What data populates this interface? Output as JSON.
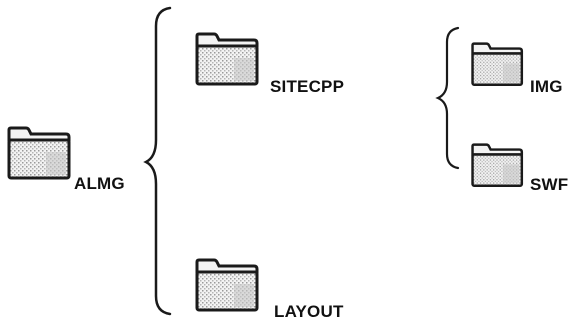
{
  "tree": {
    "root": {
      "label": "ALMG",
      "icon": "folder-icon"
    },
    "level1": [
      {
        "label": "SITECPP",
        "icon": "folder-icon"
      },
      {
        "label": "LAYOUT",
        "icon": "folder-icon"
      }
    ],
    "level2_sitecpp": [
      {
        "label": "IMG",
        "icon": "folder-icon"
      },
      {
        "label": "SWF",
        "icon": "folder-icon"
      }
    ]
  },
  "colors": {
    "outline": "#1a1a1a",
    "folder_fill": "#f3f3f3",
    "folder_shade": "#c8c8c8",
    "background": "#ffffff"
  }
}
